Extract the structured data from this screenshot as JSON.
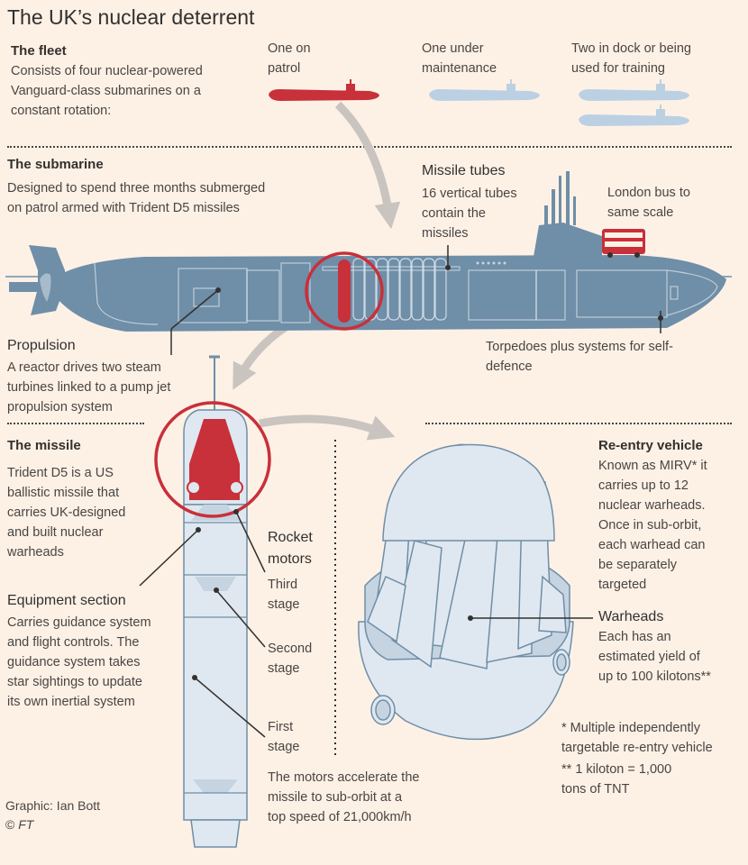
{
  "title": "The UK’s nuclear deterrent",
  "fleet": {
    "heading": "The fleet",
    "text": "Consists of four nuclear-powered\nVanguard-class submarines on a\nconstant rotation:",
    "patrol": "One on\npatrol",
    "maintenance": "One under\nmaintenance",
    "dock": "Two in dock or being\nused for training"
  },
  "submarine": {
    "heading": "The submarine",
    "text": "Designed to spend three months submerged\non patrol armed with Trident D5 missiles",
    "tubes_label": "Missile tubes",
    "tubes_text": "16 vertical tubes\ncontain the\nmissiles",
    "bus_text": "London bus to\nsame scale",
    "propulsion_label": "Propulsion",
    "propulsion_text": "A reactor drives two steam\nturbines linked to a pump jet\npropulsion system",
    "torpedoes_text": "Torpedoes plus systems for self-\ndefence"
  },
  "missile": {
    "heading": "The missile",
    "text": "Trident D5 is a US\nballistic missile that\ncarries  UK-designed\nand built nuclear\nwarheads",
    "equipment_label": "Equipment section",
    "equipment_text": "Carries guidance system\nand flight controls. The\nguidance system takes\nstar sightings to update\nits own inertial system",
    "rocket_label": "Rocket\nmotors",
    "third": "Third\nstage",
    "second": "Second\nstage",
    "first": "First\nstage",
    "motors_text": "The motors accelerate the\nmissile to sub-orbit at a\ntop speed of 21,000km/h"
  },
  "reentry": {
    "heading": "Re-entry vehicle",
    "text": "Known as MIRV* it\ncarries up to 12\nnuclear warheads.\nOnce in sub-orbit,\neach warhead can\nbe separately\ntargeted",
    "warheads_label": "Warheads",
    "warheads_text": "Each has an\nestimated yield of\nup to 100 kilotons**",
    "footnote1": "* Multiple independently\ntargetable re-entry vehicle",
    "footnote2": "** 1 kiloton = 1,000\ntons of TNT"
  },
  "credit": {
    "graphic": "Graphic: Ian Bott",
    "copyright_symbol": "©",
    "copyright_org": "FT"
  },
  "colors": {
    "background": "#fdf1e6",
    "submarine": "#6f8ea7",
    "submarine_light": "#bcd0e3",
    "highlight_red": "#c8303a",
    "arrow_grey": "#c9c4bf",
    "missile_fill": "#dfe8f0"
  }
}
